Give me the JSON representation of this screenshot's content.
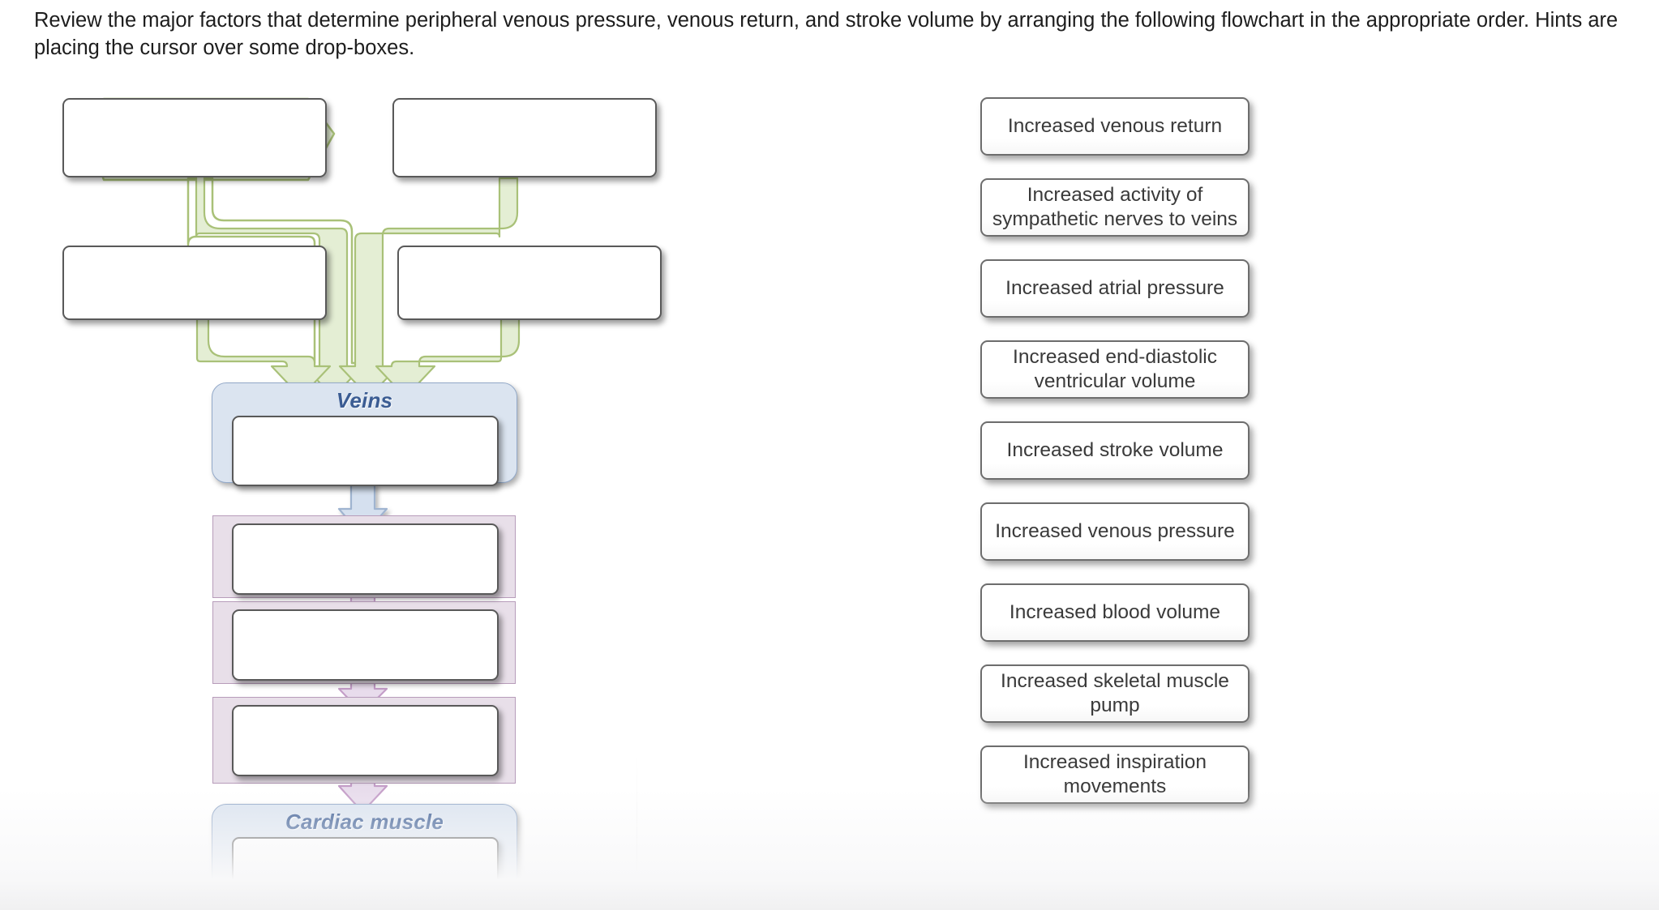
{
  "prompt": {
    "line1": "Review the major factors that determine peripheral venous pressure, venous return, and stroke volume by arranging the following flowchart in the appropriate order.  Hints are",
    "line2": "placing the cursor over some drop-boxes."
  },
  "colors": {
    "group_blue_fill": "#dbe4f0",
    "group_blue_border": "#93a9c9",
    "group_purple_fill": "#e8dfe9",
    "group_purple_border": "#b79cba",
    "connector_green_fill": "#e4eed4",
    "connector_green_border": "#a9c178",
    "connector_blue_fill": "#d5e0ef",
    "connector_blue_border": "#9fb4d0",
    "connector_purple_fill": "#e8dcec",
    "connector_purple_border": "#c49ec8",
    "dropbox_border": "#595959",
    "group_title_text": "#3b5c93"
  },
  "flowchart": {
    "groups": [
      {
        "name": "veins",
        "title": "Veins"
      },
      {
        "name": "cardiac-muscle",
        "title": "Cardiac muscle"
      }
    ],
    "dropboxes": [
      {
        "id": "drop-1",
        "value": "",
        "row": "top-left"
      },
      {
        "id": "drop-2",
        "value": "",
        "row": "top-right"
      },
      {
        "id": "drop-3",
        "value": "",
        "row": "second-left"
      },
      {
        "id": "drop-4",
        "value": "",
        "row": "second-right"
      },
      {
        "id": "drop-5",
        "value": "",
        "row": "veins"
      },
      {
        "id": "drop-6",
        "value": "",
        "row": "chain-1"
      },
      {
        "id": "drop-7",
        "value": "",
        "row": "chain-2"
      },
      {
        "id": "drop-8",
        "value": "",
        "row": "chain-3"
      },
      {
        "id": "drop-9",
        "value": "",
        "row": "cardiac-muscle"
      }
    ]
  },
  "answer_bank": {
    "items": [
      {
        "label": "Increased venous return",
        "lines": 1
      },
      {
        "label": "Increased activity of sympathetic nerves to veins",
        "lines": 2
      },
      {
        "label": "Increased atrial pressure",
        "lines": 1
      },
      {
        "label": "Increased end-diastolic ventricular volume",
        "lines": 2
      },
      {
        "label": "Increased stroke volume",
        "lines": 1
      },
      {
        "label": "Increased venous pressure",
        "lines": 2
      },
      {
        "label": "Increased blood volume",
        "lines": 1
      },
      {
        "label": "Increased skeletal muscle pump",
        "lines": 2
      },
      {
        "label": "Increased inspiration movements",
        "lines": 2
      }
    ]
  }
}
